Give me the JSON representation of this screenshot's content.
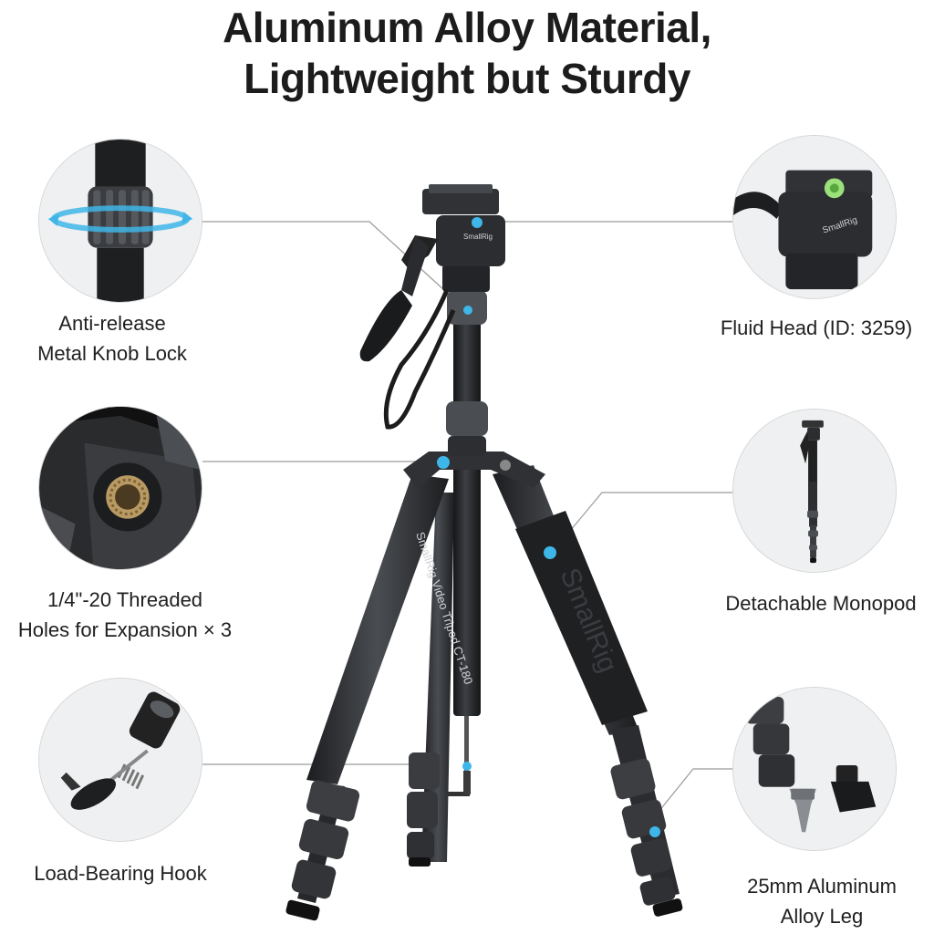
{
  "title": {
    "line1": "Aluminum Alloy Material,",
    "line2": "Lightweight but Sturdy"
  },
  "features": {
    "left": [
      {
        "id": "knob-lock",
        "lines": [
          "Anti-release",
          "Metal Knob Lock"
        ]
      },
      {
        "id": "threaded-holes",
        "lines": [
          "1/4\"-20 Threaded",
          "Holes for Expansion × 3"
        ]
      },
      {
        "id": "hook",
        "lines": [
          "Load-Bearing Hook"
        ]
      }
    ],
    "right": [
      {
        "id": "fluid-head",
        "lines": [
          "Fluid Head (ID: 3259)"
        ]
      },
      {
        "id": "monopod",
        "lines": [
          "Detachable Monopod"
        ]
      },
      {
        "id": "aluminum-leg",
        "lines": [
          "25mm Aluminum",
          "Alloy Leg"
        ]
      }
    ]
  },
  "product_markings": {
    "leg_brand": "SmallRig",
    "leg_model": "SmallRig Video Tripod CT-180",
    "head_brand": "SmallRig"
  },
  "colors": {
    "accent": "#3fb6e8",
    "metal_dark": "#2a2c2f",
    "metal_mid": "#44474b",
    "leader_line": "#9a9a9a",
    "circle_bg": "#f2f3f4"
  }
}
